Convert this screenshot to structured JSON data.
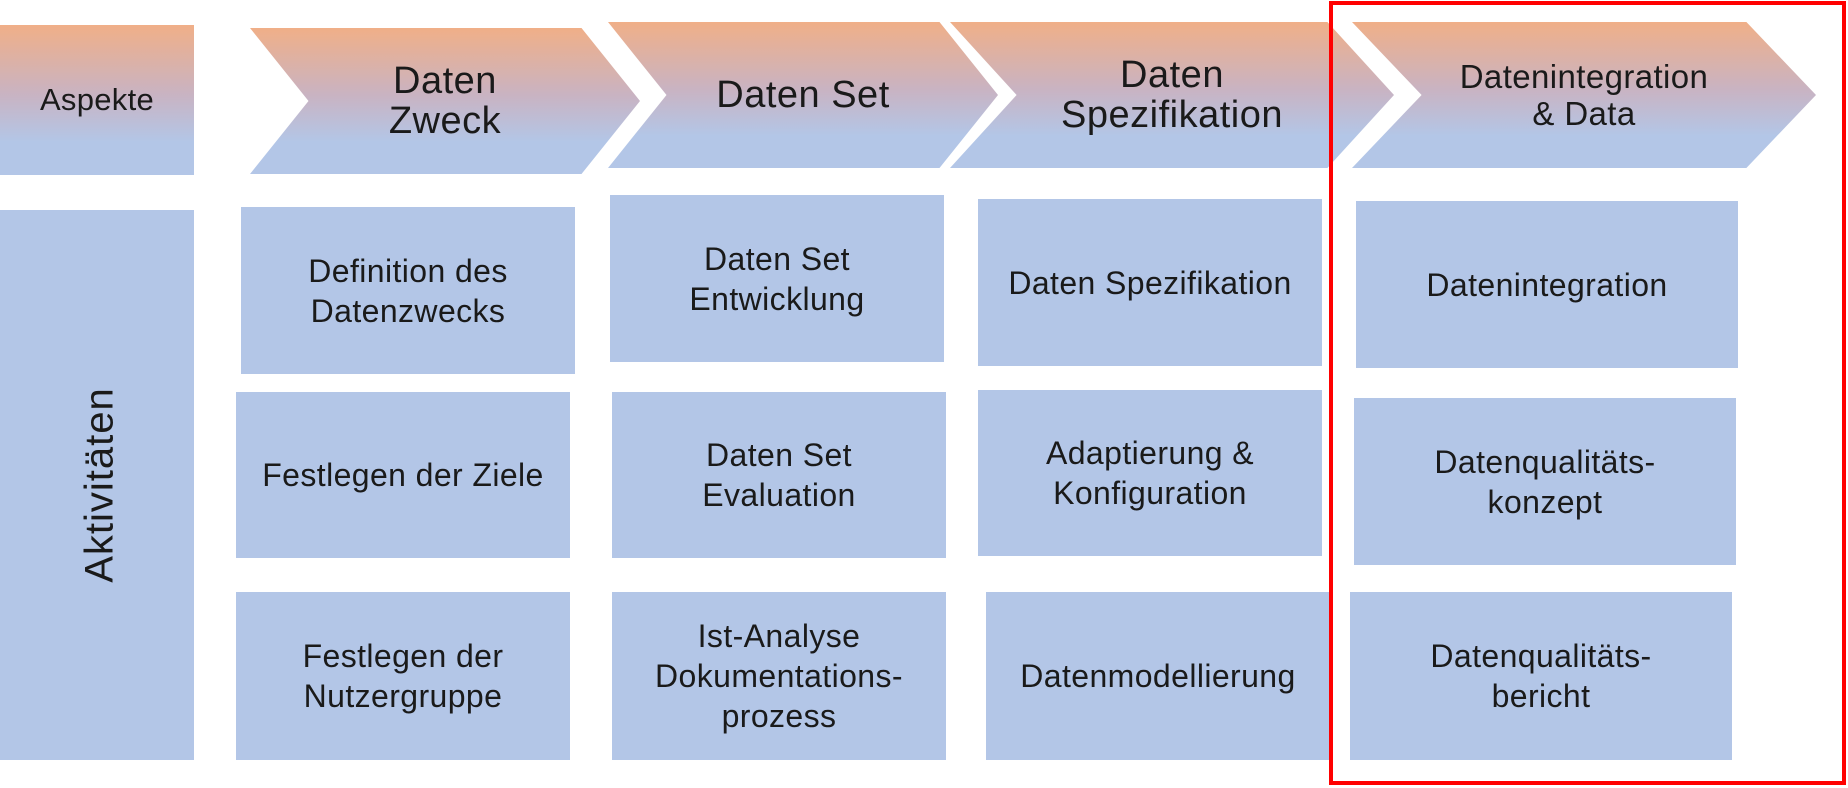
{
  "aspekte_label": "Aspekte",
  "aktivitaeten_label": "Aktivitäten",
  "phases": [
    {
      "title": "Daten\nZweck"
    },
    {
      "title": "Daten Set"
    },
    {
      "title": "Daten\nSpezifikation"
    },
    {
      "title": "Datenintegration\n& Data"
    }
  ],
  "activities": [
    [
      "Definition des\nDatenzwecks",
      "Festlegen der Ziele",
      "Festlegen der\nNutzergruppe"
    ],
    [
      "Daten Set\nEntwicklung",
      "Daten Set\nEvaluation",
      "Ist-Analyse\nDokumentations-\nprozess"
    ],
    [
      "Daten Spezifikation",
      "Adaptierung &\nKonfiguration",
      "Datenmodellierung"
    ],
    [
      "Datenintegration",
      "Datenqualitäts-\nkonzept",
      "Datenqualitäts-\nbericht"
    ]
  ],
  "colors": {
    "box_fill": "#b3c6e7",
    "gradient_top": "#f0af88",
    "highlight_border": "#ff0000"
  }
}
